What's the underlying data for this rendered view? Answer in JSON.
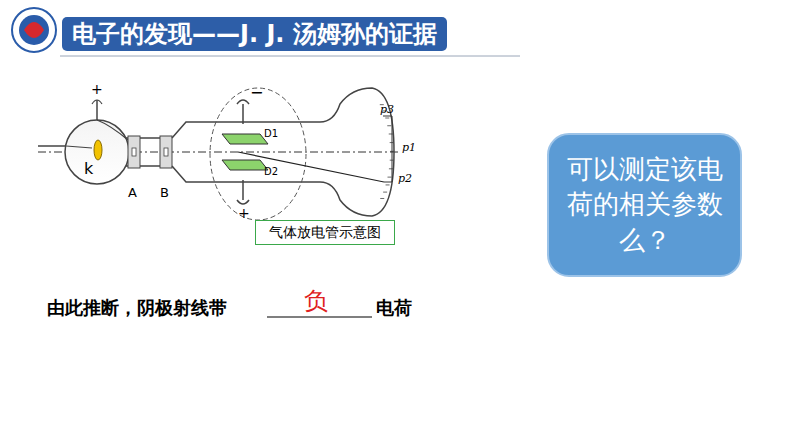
{
  "diagram": {
    "title": "电子的发现——J. J. 汤姆孙的证据",
    "nodes": [
      {
        "text": [
          "气体放电管示意图"
        ]
      },
      {
        "text": [
          "可以测定该电荷的相关参数么？"
        ]
      }
    ],
    "labels": [
      "+",
      "k",
      "A",
      "B",
      "−",
      "D1",
      "D2",
      "+",
      "p3",
      "p1",
      "p2",
      "由此推断，阴极射线带",
      "负",
      "电荷"
    ]
  }
}
